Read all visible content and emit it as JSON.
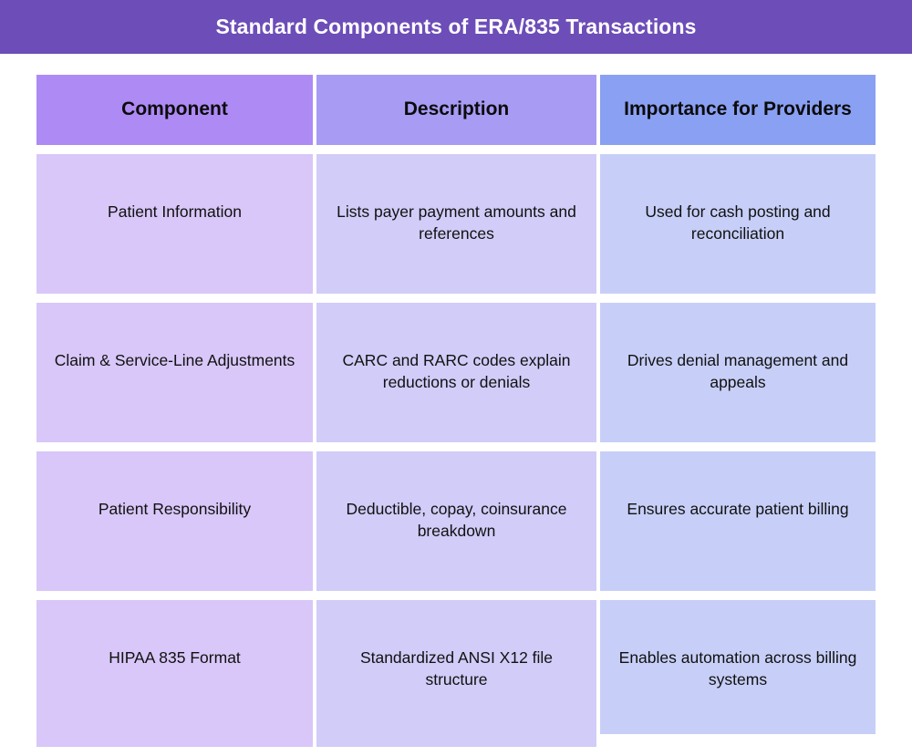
{
  "title": "Standard Components of ERA/835 Transactions",
  "colors": {
    "banner": "#6D4DB8",
    "banner_text": "#FFFFFF",
    "header_col1": "#AE8AF5",
    "header_col2": "#A79BF4",
    "header_col3": "#8AA0F3",
    "body_col1": "#D8C7F8",
    "body_col2": "#D1CCF8",
    "body_col3": "#C7CFF8",
    "page_background": "#FFFFFF",
    "cell_text": "#111111"
  },
  "table": {
    "headers": [
      "Component",
      "Description",
      "Importance for Providers"
    ],
    "rows": [
      {
        "component": "Patient Information",
        "description": "Lists payer payment amounts and references",
        "importance": "Used for cash posting and reconciliation"
      },
      {
        "component": "Claim & Service-Line Adjustments",
        "description": "CARC and RARC codes explain reductions or denials",
        "importance": "Drives denial management and appeals"
      },
      {
        "component": "Patient Responsibility",
        "description": "Deductible, copay, coinsurance breakdown",
        "importance": "Ensures accurate patient billing"
      },
      {
        "component": "HIPAA 835 Format",
        "description": "Standardized ANSI X12 file structure",
        "importance": "Enables automation across billing systems"
      }
    ]
  }
}
